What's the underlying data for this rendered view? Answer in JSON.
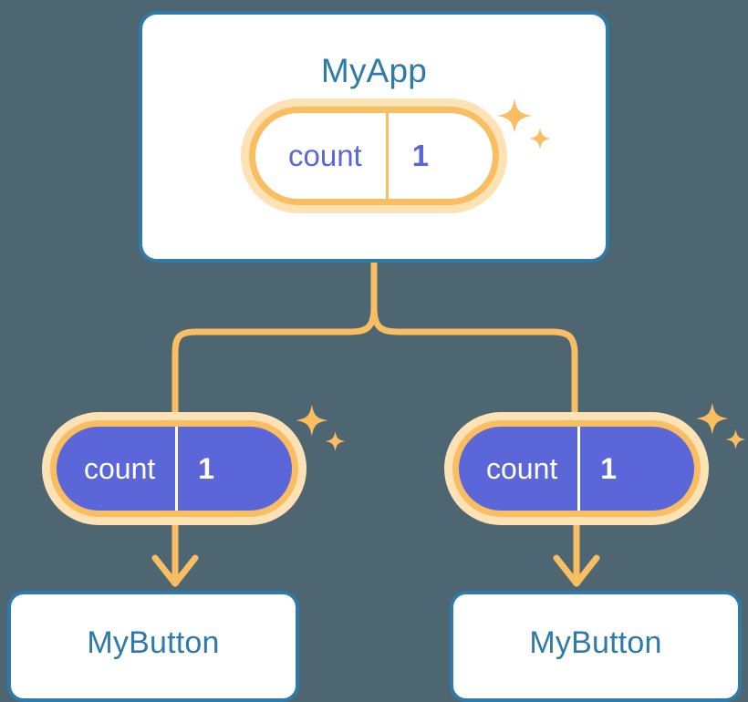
{
  "background_color": "#4d6671",
  "palette": {
    "card_border": "#2e7aa8",
    "card_fill": "#ffffff",
    "title_text": "#2e7aa8",
    "pill_ring": "#f9bd62",
    "pill_glow": "#fde2b5",
    "pill_fill_filled": "#5b67d8",
    "pill_text_light": "#5b67d8",
    "pill_text_filled": "#ffffff",
    "connector": "#f9bd62",
    "sparkle": "#f9bd62"
  },
  "diagram": {
    "type": "component-tree",
    "root": {
      "title": "MyApp",
      "state_pill": {
        "key": "count",
        "value": "1",
        "style": "light",
        "sparkle_icon": "sparkles-icon"
      }
    },
    "children": [
      {
        "title": "MyButton",
        "state_pill": {
          "key": "count",
          "value": "1",
          "style": "filled",
          "sparkle_icon": "sparkles-icon"
        }
      },
      {
        "title": "MyButton",
        "state_pill": {
          "key": "count",
          "value": "1",
          "style": "filled",
          "sparkle_icon": "sparkles-icon"
        }
      }
    ],
    "connectors": {
      "icon": "branch-connector-icon",
      "arrow_icon": "arrow-down-icon"
    }
  }
}
